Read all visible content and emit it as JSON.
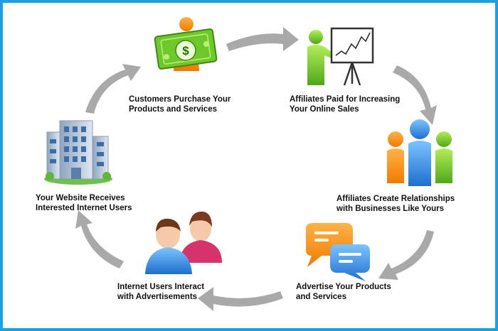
{
  "colors": {
    "border": "#1ba1e2",
    "arrow": "#a9a9a9",
    "green": "#7bd23a",
    "orange": "#ff8a1c",
    "blue": "#2f8fe0"
  },
  "steps": [
    {
      "icon": "money-icon",
      "line1": "Customers Purchase Your",
      "line2": "Products and Services"
    },
    {
      "icon": "presentation-chart-icon",
      "line1": "Affiliates Paid for Increasing",
      "line2": "Your Online Sales"
    },
    {
      "icon": "people-group-icon",
      "line1": "Affiliates Create Relationships",
      "line2": "with Businesses Like Yours"
    },
    {
      "icon": "speech-bubbles-icon",
      "line1": "Advertise Your Products",
      "line2": "and Services"
    },
    {
      "icon": "users-icon",
      "line1": "Internet Users Interact",
      "line2": "with Advertisements"
    },
    {
      "icon": "building-icon",
      "line1": "Your Website Receives",
      "line2": "Interested Internet Users"
    }
  ]
}
